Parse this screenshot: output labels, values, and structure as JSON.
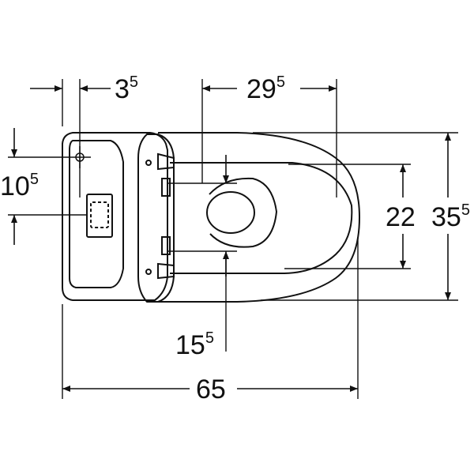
{
  "dimensions": {
    "offset_top": {
      "main": "3",
      "sup": "5"
    },
    "bowl_front": {
      "main": "29",
      "sup": "5"
    },
    "tank_height": {
      "main": "10",
      "sup": "5"
    },
    "seat_inner": {
      "main": "22",
      "sup": ""
    },
    "overall_width": {
      "main": "35",
      "sup": "5"
    },
    "hinge_spacing": {
      "main": "15",
      "sup": "5"
    },
    "overall_length": {
      "main": "65",
      "sup": ""
    }
  },
  "colors": {
    "line": "#111111",
    "background": "#ffffff"
  }
}
